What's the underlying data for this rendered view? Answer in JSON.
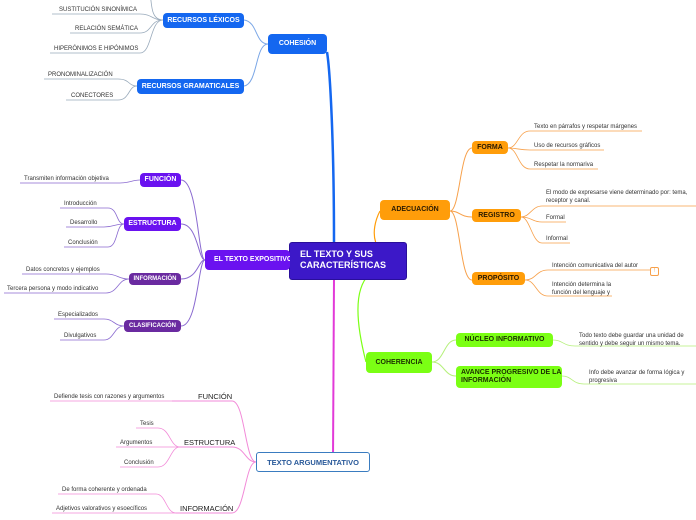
{
  "root": {
    "title": "EL TEXTO Y SUS CARACTERÍSTICAS"
  },
  "cohesion": {
    "label": "COHESIÓN",
    "lexicos": {
      "label": "RECURSOS LÉXICOS",
      "items": [
        "SUSTITUCIÓN SINONÍMICA",
        "RELACIÓN SEMÁTICA",
        "HIPERÓNIMOS E HIPÓNIMOS"
      ]
    },
    "gramaticales": {
      "label": "RECURSOS GRAMATICALES",
      "items": [
        "PRONOMINALIZACIÓN",
        "CONECTORES"
      ]
    }
  },
  "expositivo": {
    "label": "EL TEXTO EXPOSITIVO",
    "funcion": {
      "label": "FUNCIÓN",
      "items": [
        "Transmiten información objetiva"
      ]
    },
    "estructura": {
      "label": "ESTRUCTURA",
      "items": [
        "Introducción",
        "Desarrollo",
        "Conclusión"
      ]
    },
    "informacion": {
      "label": "INFORMACIÓN",
      "items": [
        "Datos concretos y ejemplos",
        "Tercera persona y modo indicativo"
      ]
    },
    "clasificacion": {
      "label": "CLASIFICACIÓN",
      "items": [
        "Especializados",
        "Divulgativos"
      ]
    }
  },
  "argumentativo": {
    "label": "TEXTO ARGUMENTATIVO",
    "funcion": {
      "label": "FUNCIÓN",
      "items": [
        "Defiende tesis con razones y argumentos"
      ]
    },
    "estructura": {
      "label": "ESTRUCTURA",
      "items": [
        "Tesis",
        "Argumentos",
        "Conclusión"
      ]
    },
    "informacion": {
      "label": "INFORMACIÓN",
      "items": [
        "De forma coherente y ordenada",
        "Adjetivos valorativos y esoecíficos"
      ]
    }
  },
  "adecuacion": {
    "label": "ADECUACIÓN",
    "forma": {
      "label": "FORMA",
      "items": [
        "Texto en párrafos y respetar márgenes",
        "Uso de recursos gráficos",
        "Respetar la normariva"
      ]
    },
    "registro": {
      "label": "REGISTRO",
      "items": [
        "El modo de expresarse viene determinado por: tema, receptor y canal.",
        "Formal",
        "Informal"
      ]
    },
    "proposito": {
      "label": "PROPÓSITO",
      "items": [
        "Intención comunicativa del autor",
        "Intención determina la función del lenguaje y"
      ],
      "icon_text": "!"
    }
  },
  "coherencia": {
    "label": "COHERENCIA",
    "nucleo": {
      "label": "NÚCLEO INFORMATIVO",
      "item": "Todo texto debe guardar una unidad de sentido y debe seguir un mismo tema."
    },
    "avance": {
      "label": "AVANCE PROGRESIVO DE LA INFORMACIÓN",
      "item": "Info debe avanzar de forma lógica y progresiva"
    }
  },
  "colors": {
    "blue": "#1467f0",
    "purple": "#6a12f0",
    "magenta": "#e23ad8",
    "orange": "#ff9d0a",
    "green": "#7bff14",
    "root": "#3c18c8"
  }
}
